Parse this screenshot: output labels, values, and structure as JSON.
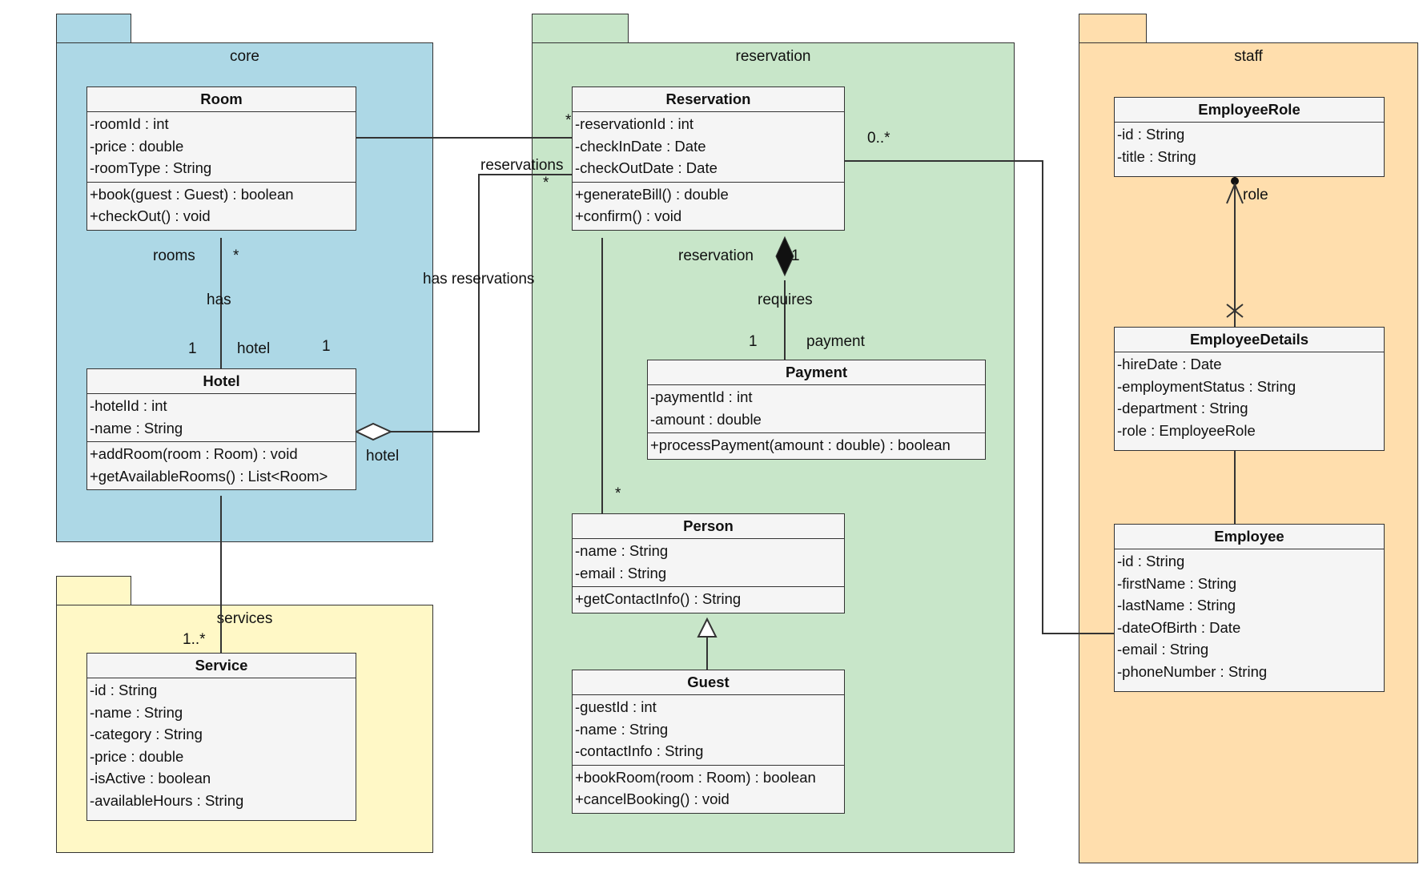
{
  "colors": {
    "core": "#add8e6",
    "reservation": "#c8e6c9",
    "staff": "#ffdead",
    "services": "#fff8c6",
    "class_fill": "#f5f5f5",
    "line": "#333333"
  },
  "packages": {
    "core": "core",
    "reservation": "reservation",
    "staff": "staff",
    "services": "services"
  },
  "classes": {
    "room": {
      "name": "Room",
      "attributes": [
        "-roomId : int",
        "-price : double",
        "-roomType : String"
      ],
      "operations": [
        "+book(guest : Guest) : boolean",
        "+checkOut() : void"
      ]
    },
    "hotel": {
      "name": "Hotel",
      "attributes": [
        "-hotelId : int",
        "-name : String"
      ],
      "operations": [
        "+addRoom(room : Room) : void",
        "+getAvailableRooms() : List<Room>"
      ]
    },
    "service": {
      "name": "Service",
      "attributes": [
        "-id : String",
        "-name : String",
        "-category : String",
        "-price : double",
        "-isActive : boolean",
        "-availableHours : String"
      ],
      "operations": []
    },
    "reservation": {
      "name": "Reservation",
      "attributes": [
        "-reservationId : int",
        "-checkInDate : Date",
        "-checkOutDate : Date"
      ],
      "operations": [
        "+generateBill() : double",
        "+confirm() : void"
      ]
    },
    "payment": {
      "name": "Payment",
      "attributes": [
        "-paymentId : int",
        "-amount : double"
      ],
      "operations": [
        "+processPayment(amount : double) : boolean"
      ]
    },
    "person": {
      "name": "Person",
      "attributes": [
        "-name : String",
        "-email : String"
      ],
      "operations": [
        "+getContactInfo() : String"
      ]
    },
    "guest": {
      "name": "Guest",
      "attributes": [
        "-guestId : int",
        "-name : String",
        "-contactInfo : String"
      ],
      "operations": [
        "+bookRoom(room : Room) : boolean",
        "+cancelBooking() : void"
      ]
    },
    "employeeRole": {
      "name": "EmployeeRole",
      "attributes": [
        "-id : String",
        "-title : String"
      ],
      "operations": []
    },
    "employeeDetails": {
      "name": "EmployeeDetails",
      "attributes": [
        "-hireDate : Date",
        "-employmentStatus : String",
        "-department : String",
        "-role : EmployeeRole"
      ],
      "operations": []
    },
    "employee": {
      "name": "Employee",
      "attributes": [
        "-id : String",
        "-firstName : String",
        "-lastName : String",
        "-dateOfBirth : Date",
        "-email : String",
        "-phoneNumber : String"
      ],
      "operations": []
    }
  },
  "labels": {
    "room_hotel_rooms": "rooms",
    "room_hotel_star": "*",
    "room_hotel_has": "has",
    "room_hotel_one": "1",
    "room_hotel_hotel": "hotel",
    "hotel_one_right": "1",
    "hotel_res_has": "has reservations",
    "hotel_res_role": "reservations",
    "hotel_res_star": "*",
    "hotel_res_hotel": "hotel",
    "room_res_star": "*",
    "res_payment_reservation": "reservation",
    "res_payment_one_top": "1",
    "res_payment_requires": "requires",
    "res_payment_one": "1",
    "res_payment_payment": "payment",
    "res_person_star": "*",
    "res_employee_mult": "0..*",
    "role_label": "role",
    "service_mult": "1..*"
  }
}
